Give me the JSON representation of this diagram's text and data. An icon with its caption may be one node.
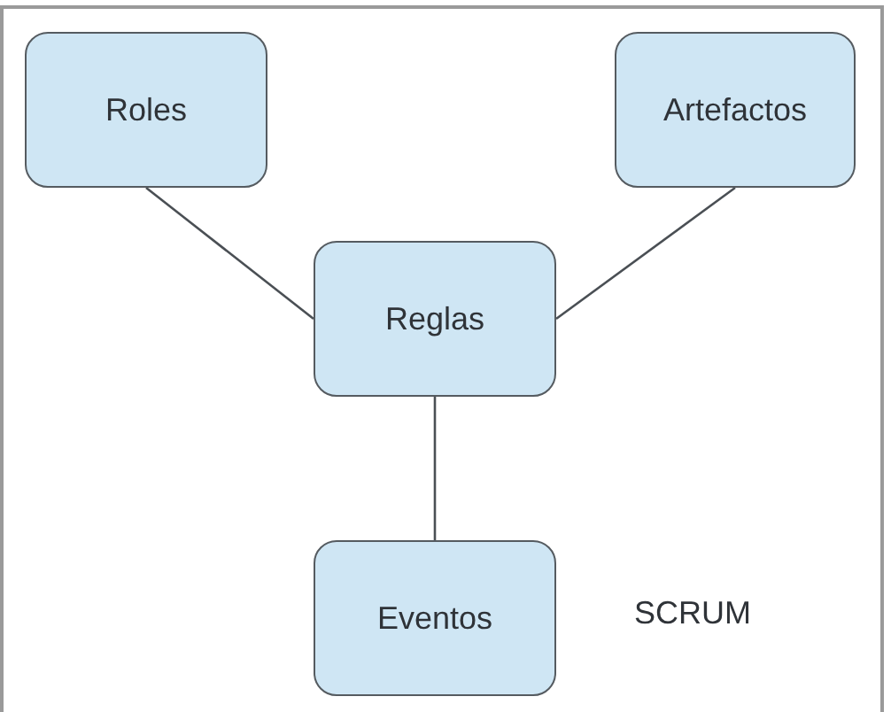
{
  "diagram": {
    "nodes": [
      {
        "text": [
          "SCRUM"
        ]
      },
      {
        "text": [
          "Roles"
        ],
        "in": 0
      },
      {
        "text": [
          "Artefactos"
        ],
        "in": 0
      },
      {
        "text": [
          "Reglas"
        ],
        "in": 0
      },
      {
        "text": [
          "Eventos"
        ],
        "in": 0
      }
    ],
    "edges": [
      {
        "from": 1,
        "to": 3,
        "arrow": "none"
      },
      {
        "from": 2,
        "to": 3,
        "arrow": "none"
      },
      {
        "from": 3,
        "to": 4,
        "arrow": "none"
      }
    ]
  }
}
